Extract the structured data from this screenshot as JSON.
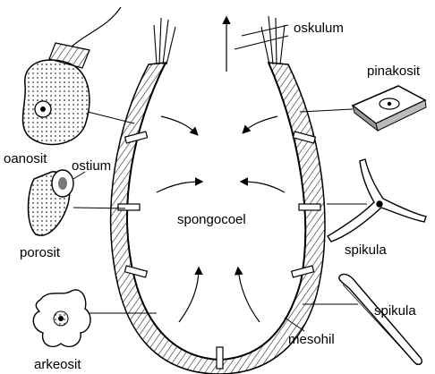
{
  "diagram": {
    "labels": {
      "oskulum": "oskulum",
      "pinakosit": "pinakosit",
      "koanosit": "oanosit",
      "ostium": "ostium",
      "porosit": "porosit",
      "spongocoel": "spongocoel",
      "spikula_upper": "spikula",
      "spikula_lower": "spikula",
      "mesohil": "mesohil",
      "arkeosit": "arkeosit"
    },
    "colors": {
      "ink": "#000000",
      "paper": "#ffffff",
      "shade": "#cfcfcf"
    }
  }
}
